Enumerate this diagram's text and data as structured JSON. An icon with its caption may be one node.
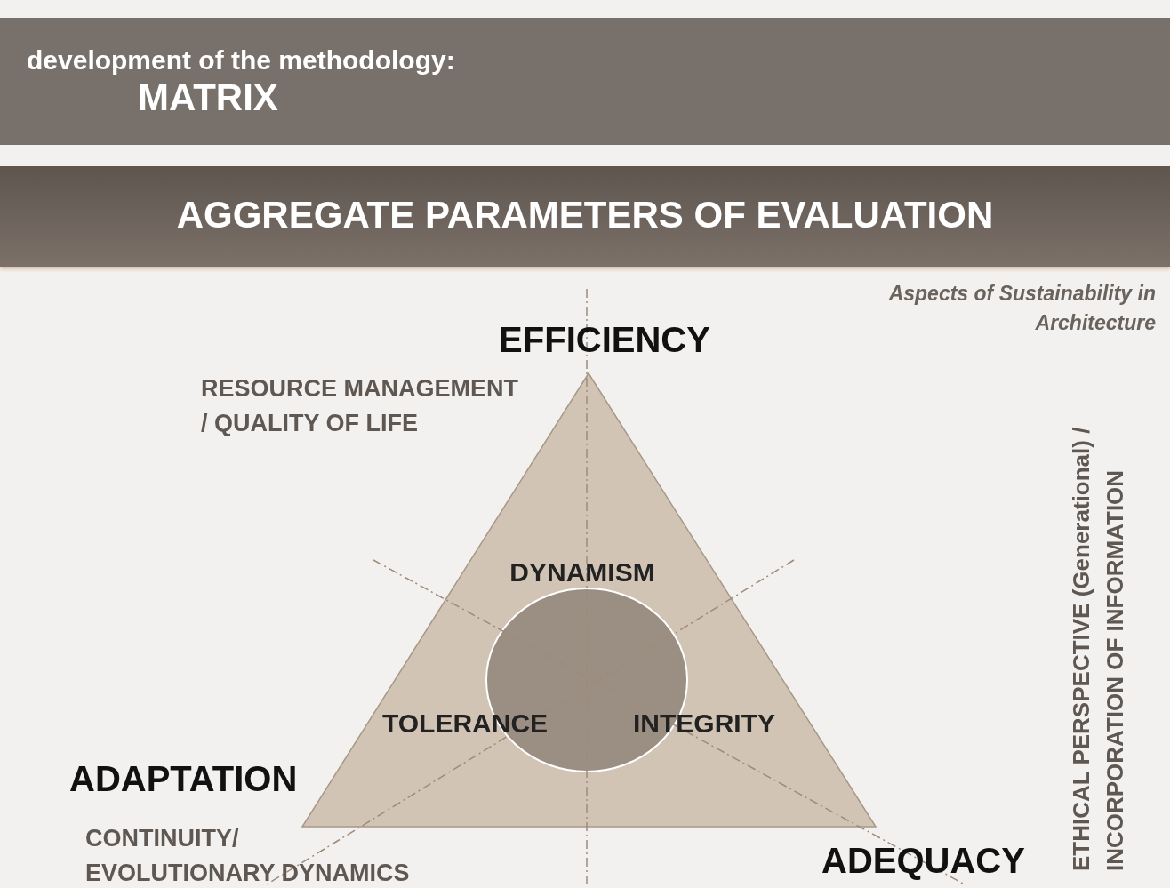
{
  "diagram": {
    "nodes": [
      {
        "text": [
          "development of the methodology:",
          "MATRIX"
        ]
      },
      {
        "text": [
          "AGGREGATE PARAMETERS OF EVALUATION"
        ]
      }
    ],
    "labels": [
      "Aspects of Sustainability in Architecture",
      "EFFICIENCY",
      "RESOURCE MANAGEMENT / QUALITY OF LIFE",
      "DYNAMISM",
      "TOLERANCE",
      "INTEGRITY",
      "ADAPTATION",
      "ETHICAL PERSPECTIVE (Generational) / INCORPORATION OF INFORMATION",
      "CONTINUITY/ EVOLUTIONARY DYNAMICS",
      "ADEQUACY"
    ]
  }
}
